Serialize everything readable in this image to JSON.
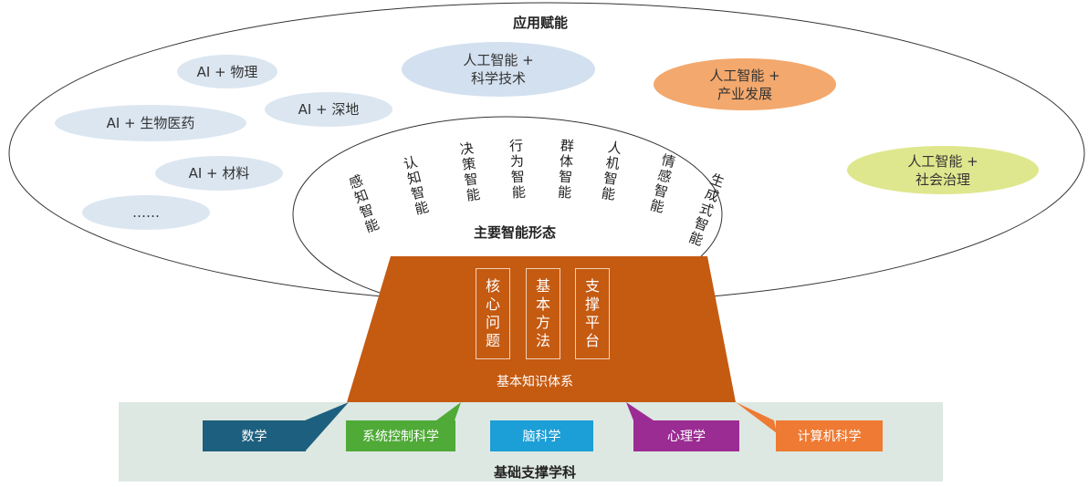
{
  "outer_title": "应用赋能",
  "inner_title": "主要智能形态",
  "core_title": "基本知识体系",
  "base_title": "基础支撑学科",
  "applications": [
    {
      "label": "AI + 物理",
      "color": "#dbe6f1"
    },
    {
      "label": "人工智能 +\n科学技术",
      "color": "#d3e0ef"
    },
    {
      "label": "AI + 深地",
      "color": "#dbe6f1"
    },
    {
      "label": "AI + 生物医药",
      "color": "#dbe6f1"
    },
    {
      "label": "AI + 材料",
      "color": "#dbe6f1"
    },
    {
      "label": "……",
      "color": "#dbe6f1"
    },
    {
      "label": "人工智能 +\n产业发展",
      "color": "#f3a86d"
    },
    {
      "label": "人工智能 +\n社会治理",
      "color": "#dfe78e"
    }
  ],
  "intelligence_forms": [
    "感知智能",
    "认知智能",
    "决策智能",
    "行为智能",
    "群体智能",
    "人机智能",
    "情感智能",
    "生成式智能"
  ],
  "pillars": [
    "核心问题",
    "基本方法",
    "支撑平台"
  ],
  "subjects": [
    {
      "label": "数学",
      "color": "#1d5f7e"
    },
    {
      "label": "系统控制科学",
      "color": "#4faa37"
    },
    {
      "label": "脑科学",
      "color": "#1c9ed6"
    },
    {
      "label": "心理学",
      "color": "#9b2c93"
    },
    {
      "label": "计算机科学",
      "color": "#ee7a33"
    }
  ],
  "colors": {
    "core": "#c55a11",
    "base": "#dde8e2"
  }
}
